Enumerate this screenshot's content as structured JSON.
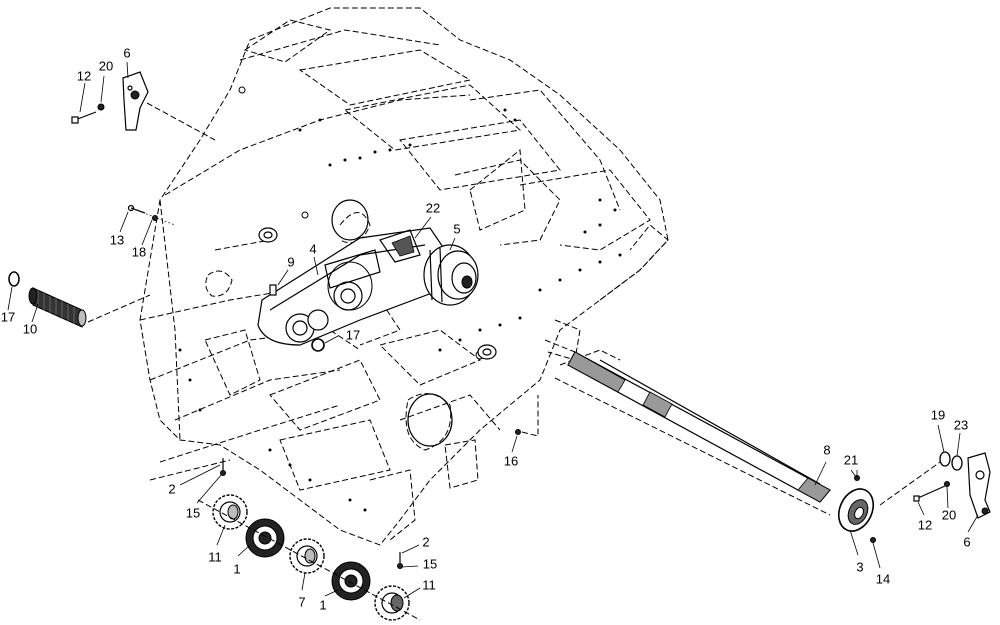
{
  "callouts": [
    {
      "id": "c12a",
      "text": "12"
    },
    {
      "id": "c20a",
      "text": "20"
    },
    {
      "id": "c6a",
      "text": "6"
    },
    {
      "id": "c13",
      "text": "13"
    },
    {
      "id": "c18",
      "text": "18"
    },
    {
      "id": "c17a",
      "text": "17"
    },
    {
      "id": "c10",
      "text": "10"
    },
    {
      "id": "c22",
      "text": "22"
    },
    {
      "id": "c9",
      "text": "9"
    },
    {
      "id": "c4",
      "text": "4"
    },
    {
      "id": "c5",
      "text": "5"
    },
    {
      "id": "c17b",
      "text": "17"
    },
    {
      "id": "c16",
      "text": "16"
    },
    {
      "id": "c2a",
      "text": "2"
    },
    {
      "id": "c15a",
      "text": "15"
    },
    {
      "id": "c11a",
      "text": "11"
    },
    {
      "id": "c1a",
      "text": "1"
    },
    {
      "id": "c7",
      "text": "7"
    },
    {
      "id": "c1b",
      "text": "1"
    },
    {
      "id": "c2b",
      "text": "2"
    },
    {
      "id": "c15b",
      "text": "15"
    },
    {
      "id": "c11b",
      "text": "11"
    },
    {
      "id": "c8",
      "text": "8"
    },
    {
      "id": "c21",
      "text": "21"
    },
    {
      "id": "c3",
      "text": "3"
    },
    {
      "id": "c14",
      "text": "14"
    },
    {
      "id": "c19",
      "text": "19"
    },
    {
      "id": "c23",
      "text": "23"
    },
    {
      "id": "c12b",
      "text": "12"
    },
    {
      "id": "c20b",
      "text": "20"
    },
    {
      "id": "c6b",
      "text": "6"
    }
  ]
}
